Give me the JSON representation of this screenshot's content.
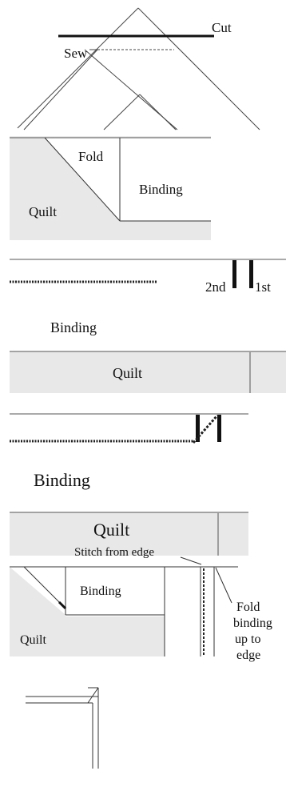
{
  "panels": [
    {
      "id": "cut-sew",
      "labels": {
        "cut": "Cut",
        "sew": "Sew"
      }
    },
    {
      "id": "fold-corner",
      "labels": {
        "fold": "Fold",
        "binding": "Binding",
        "quilt": "Quilt"
      }
    },
    {
      "id": "stitch-markers",
      "labels": {
        "second": "2nd",
        "first": "1st",
        "binding": "Binding",
        "quilt": "Quilt"
      }
    },
    {
      "id": "stitch-diagonal",
      "labels": {
        "binding": "Binding",
        "quilt": "Quilt"
      }
    },
    {
      "id": "fold-up",
      "labels": {
        "stitch_from_edge": "Stitch from edge",
        "binding": "Binding",
        "quilt": "Quilt",
        "fold_line1": "Fold",
        "fold_line2": "binding",
        "fold_line3": "up to",
        "fold_line4": "edge"
      }
    }
  ],
  "colors": {
    "quilt_fill": "#e8e8e8",
    "line": "#222222",
    "background": "#ffffff"
  }
}
